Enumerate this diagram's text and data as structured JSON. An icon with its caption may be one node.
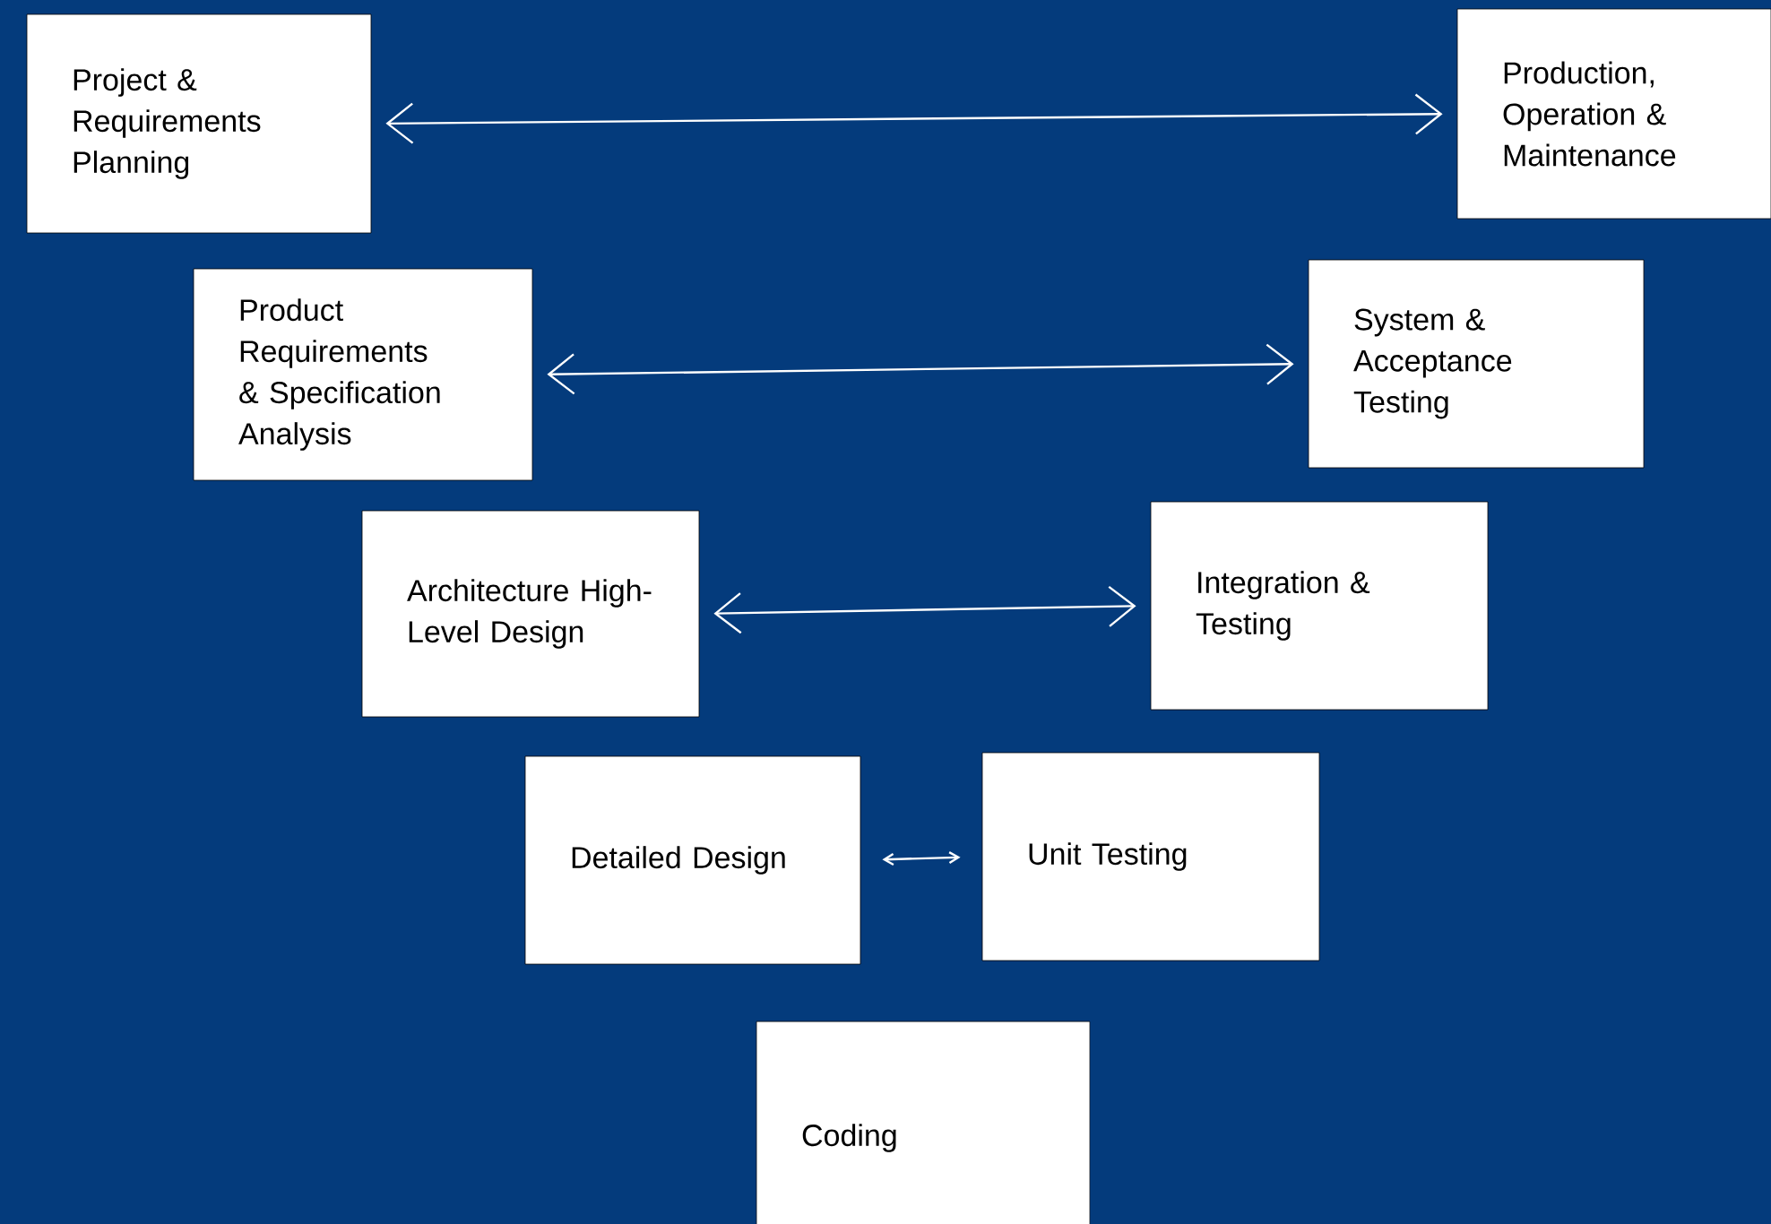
{
  "diagram": {
    "nodes": [
      {
        "text": [
          "Project & Requirements Planning"
        ]
      },
      {
        "text": [
          "Production, Operation & Maintenance"
        ]
      },
      {
        "text": [
          "Product Requirements & Specification Analysis"
        ]
      },
      {
        "text": [
          "System & Acceptance Testing"
        ]
      },
      {
        "text": [
          "Architecture High-Level Design"
        ]
      },
      {
        "text": [
          "Integration & Testing"
        ]
      },
      {
        "text": [
          "Detailed Design"
        ]
      },
      {
        "text": [
          "Unit Testing"
        ]
      },
      {
        "text": [
          "Coding"
        ]
      }
    ],
    "edges": [
      {
        "from": 0,
        "to": 1,
        "arrow": "both"
      },
      {
        "from": 2,
        "to": 3,
        "arrow": "both"
      },
      {
        "from": 4,
        "to": 5,
        "arrow": "both"
      },
      {
        "from": 6,
        "to": 7,
        "arrow": "both"
      }
    ]
  }
}
